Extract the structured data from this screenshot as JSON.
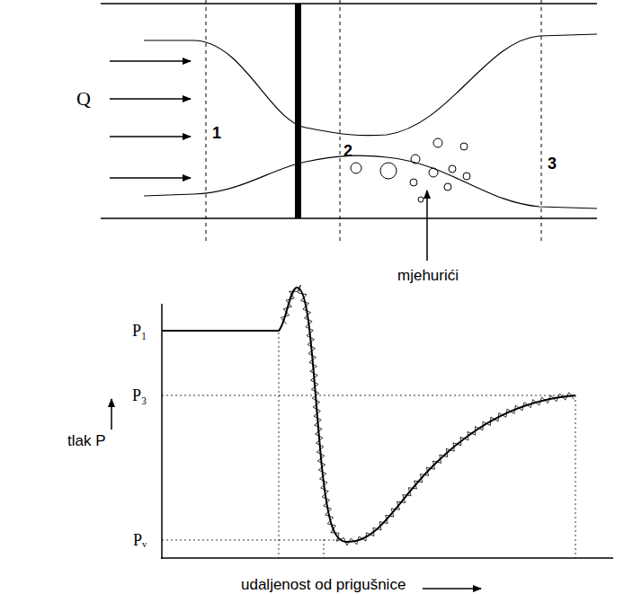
{
  "diagram": {
    "labels": [
      "Q",
      "1",
      "2",
      "3",
      "mjehurići",
      "P₁",
      "P₃",
      "Pᵥ",
      "tlak P",
      "udaljenost od prigušnice"
    ]
  }
}
